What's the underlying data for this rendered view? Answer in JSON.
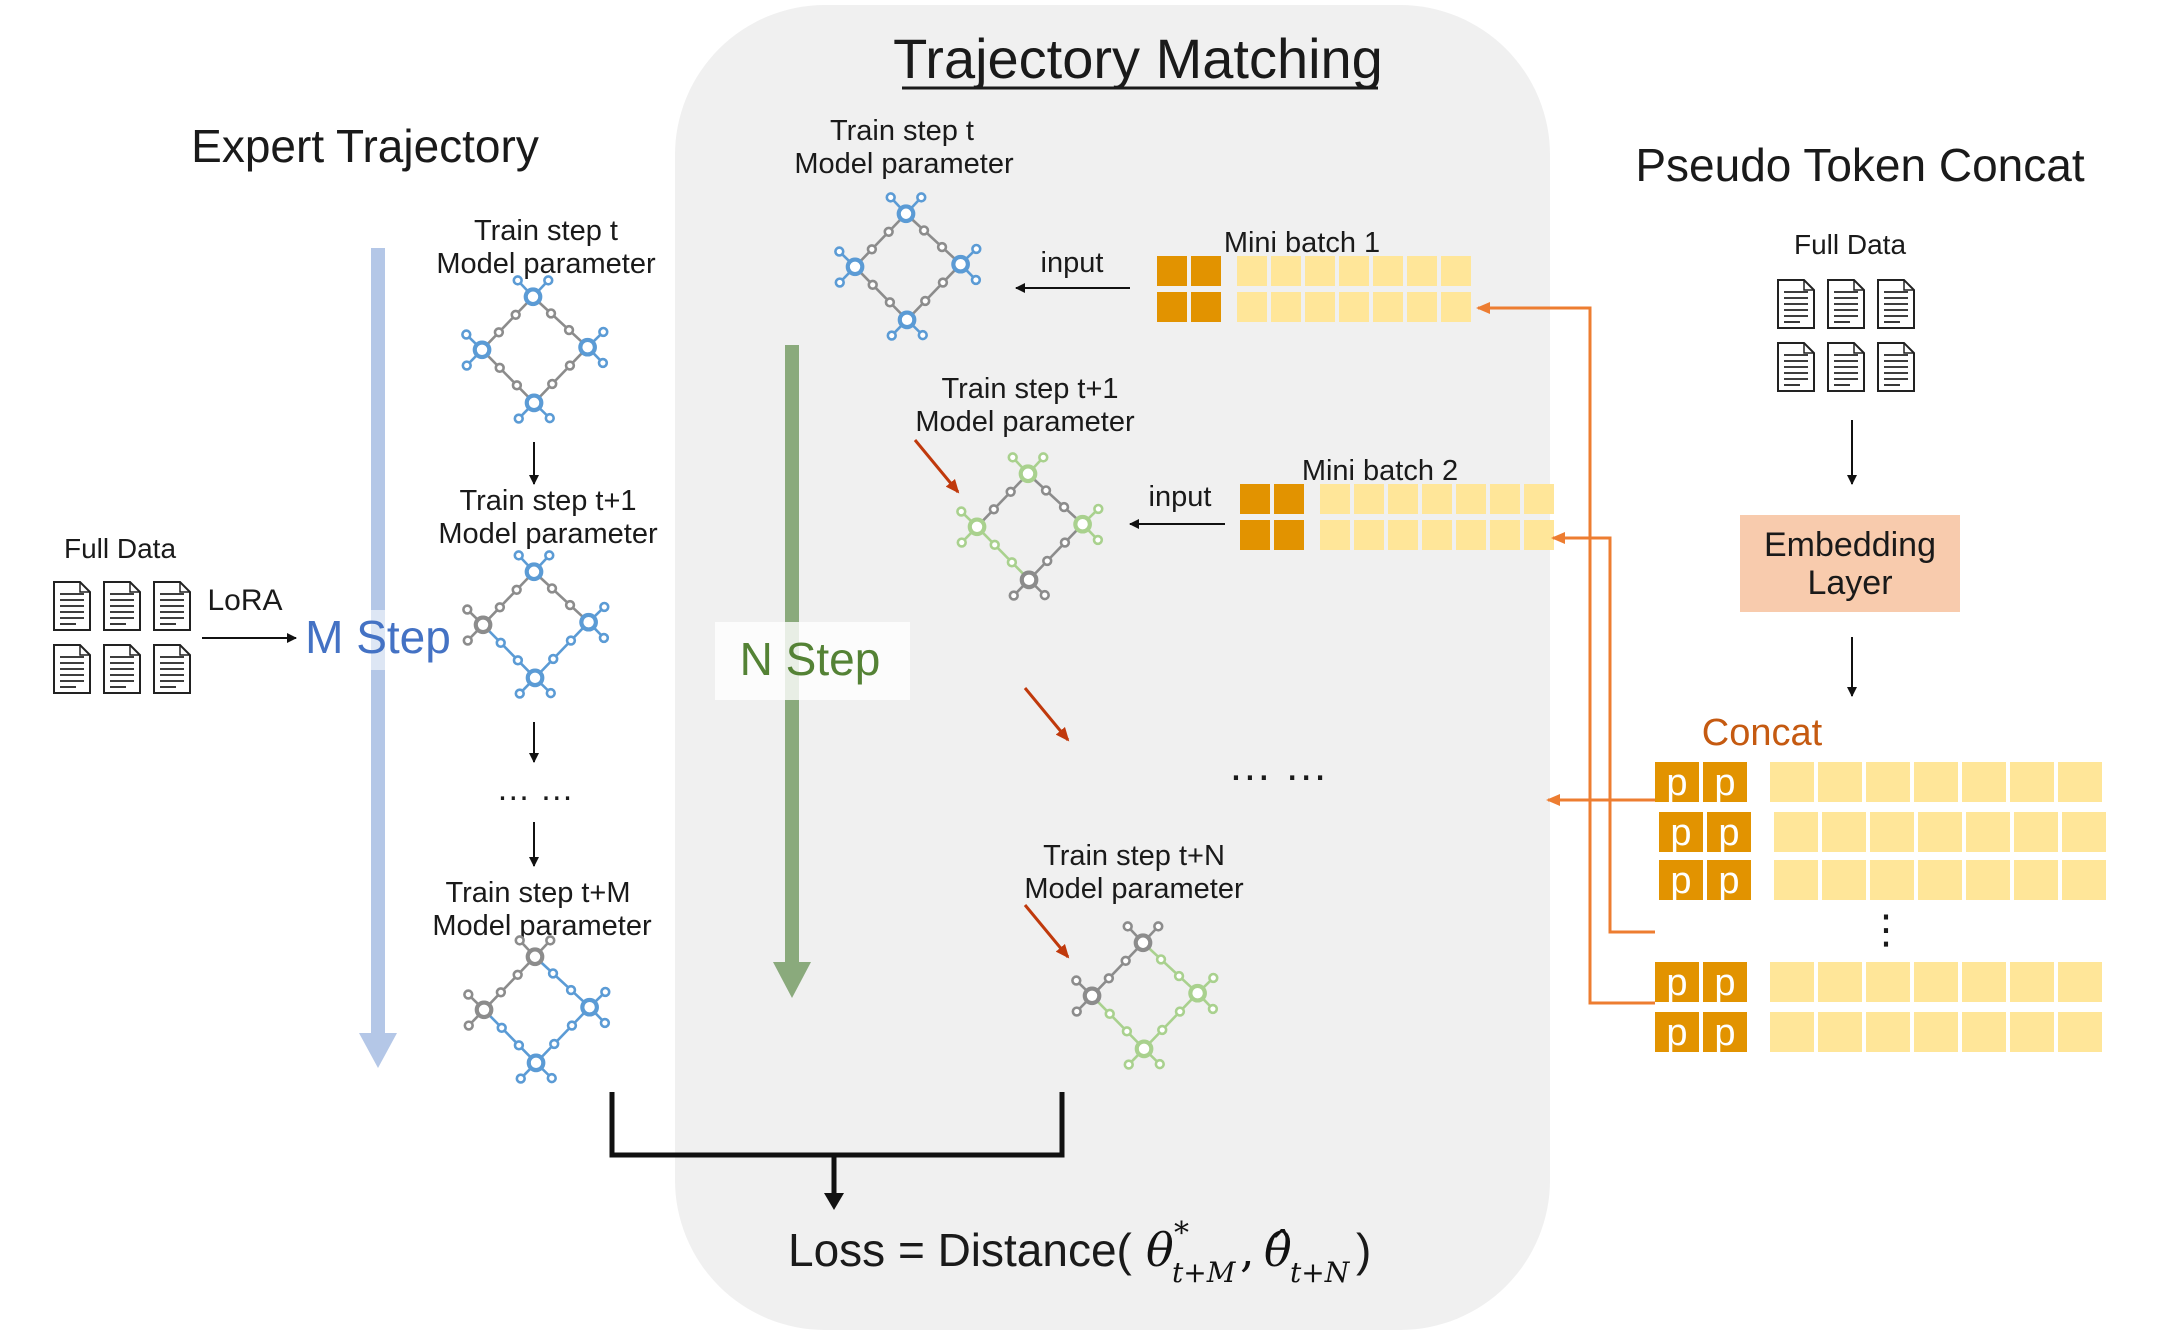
{
  "center": {
    "title": "Trajectory Matching",
    "step_t_line1": "Train step t",
    "step_t_line2": "Model parameter",
    "step_t1_line1": "Train step t+1",
    "step_t1_line2": "Model parameter",
    "step_tN_line1": "Train step t+N",
    "step_tN_line2": "Model parameter",
    "input1": "input",
    "input2": "input",
    "minibatch1": "Mini batch 1",
    "minibatch2": "Mini batch 2",
    "n_step": "N Step",
    "ellipsis": "… …",
    "loss_prefix": "Loss = Distance(",
    "theta_star": "θ",
    "theta_star_sup": "*",
    "theta_star_sub": "t+M",
    "comma": ",",
    "theta_hat": "θ̂",
    "theta_hat_sub": "t+N",
    "loss_suffix": ")"
  },
  "left": {
    "title": "Expert Trajectory",
    "full_data": "Full Data",
    "lora": "LoRA",
    "m_step": "M Step",
    "step_t_line1": "Train step t",
    "step_t_line2": "Model parameter",
    "step_t1_line1": "Train step t+1",
    "step_t1_line2": "Model parameter",
    "ellipsis": "… …",
    "step_tM_line1": "Train step t+M",
    "step_tM_line2": "Model parameter"
  },
  "right": {
    "title": "Pseudo Token Concat",
    "full_data": "Full Data",
    "embedding_line1": "Embedding",
    "embedding_line2": "Layer",
    "concat": "Concat",
    "p": "p",
    "vdots": "⋮"
  },
  "colors": {
    "panel_bg": "#f0f0f0",
    "blue_node": "#5b9bd5",
    "green_node": "#a9d18e",
    "gray_node": "#8c8c8c",
    "orange": "#e29300",
    "light_yellow": "#ffe699",
    "arrow_orange": "#ed7d31",
    "arrow_red": "#c0390c",
    "m_step_arrow": "#b4c7e7",
    "n_step_arrow": "#8aaa7c",
    "embedding_fill": "#f8cbad",
    "concat_text": "#c55a11",
    "m_step_text": "#4472c4",
    "n_step_text": "#548235"
  }
}
